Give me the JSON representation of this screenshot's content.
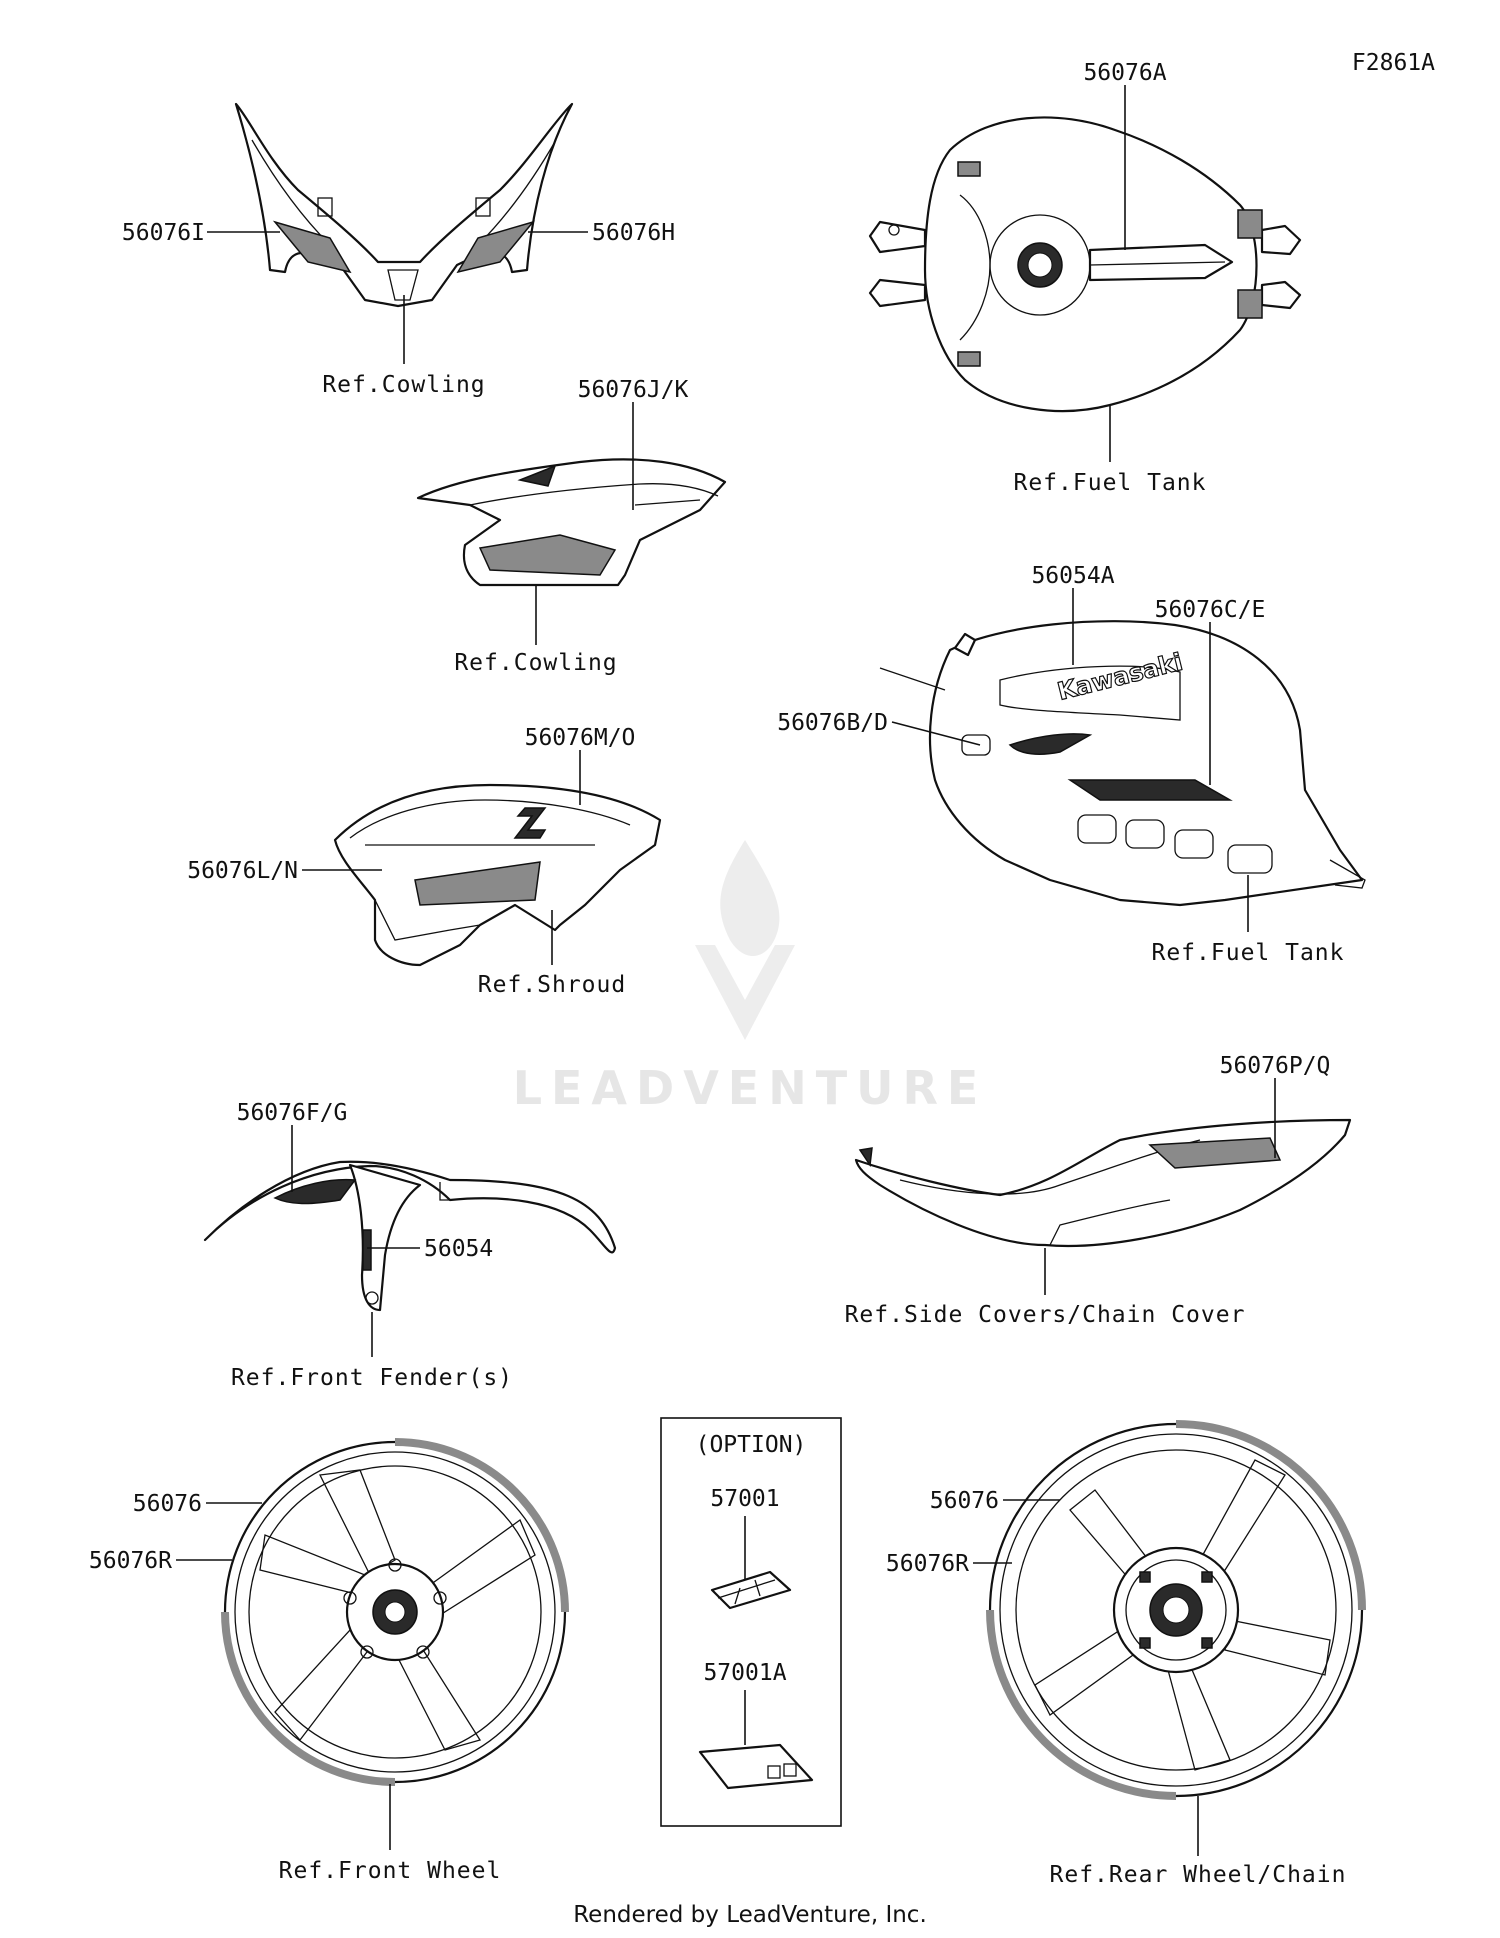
{
  "figure_code": "F2861A",
  "watermark": "LEADVENTURE",
  "footer": "Rendered by LeadVenture, Inc.",
  "tank_logo": "Kawasaki",
  "labels": {
    "l56076I": "56076I",
    "l56076H": "56076H",
    "l56076A": "56076A",
    "l56076JK": "56076J/K",
    "l56054A": "56054A",
    "l56076CE": "56076C/E",
    "l56076BD": "56076B/D",
    "l56076MO": "56076M/O",
    "l56076LN": "56076L/N",
    "l56076PQ": "56076P/Q",
    "l56076FG": "56076F/G",
    "l56054": "56054",
    "l56076_front": "56076",
    "l56076R_front": "56076R",
    "l56076_rear": "56076",
    "l56076R_rear": "56076R",
    "l57001": "57001",
    "l57001A": "57001A",
    "option": "(OPTION)"
  },
  "refs": {
    "cowling_top": "Ref.Cowling",
    "fuel_tank_top": "Ref.Fuel Tank",
    "cowling_mid": "Ref.Cowling",
    "fuel_tank_mid": "Ref.Fuel Tank",
    "shroud": "Ref.Shroud",
    "side_covers": "Ref.Side Covers/Chain Cover",
    "front_fender": "Ref.Front Fender(s)",
    "front_wheel": "Ref.Front Wheel",
    "rear_wheel": "Ref.Rear Wheel/Chain"
  }
}
